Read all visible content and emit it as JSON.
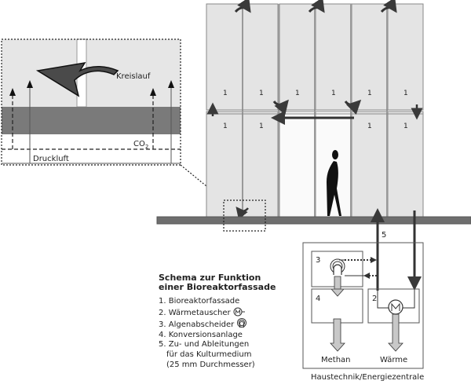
{
  "colors": {
    "panel_fill": "#e4e4e4",
    "frame_stroke": "#8a8a8a",
    "floor": "#6e6e6e",
    "arrow": "#3a3a3a",
    "band": "#7a7a7a",
    "silhouette": "#111111"
  },
  "detail": {
    "kreislauf_label": "Kreislauf",
    "co2_label": "CO",
    "co2_subscript": "2",
    "druckluft_label": "Druckluft"
  },
  "facade": {
    "panel_label": "1",
    "upper_row_labels": [
      "1",
      "1",
      "1",
      "1",
      "1",
      "1"
    ],
    "lower_row_labels": [
      "1",
      "1",
      "1",
      "1"
    ],
    "pipe_label": "5"
  },
  "plant": {
    "separator_label": "3",
    "conversion_label": "4",
    "heat_exchanger_label": "2",
    "output_methane": "Methan",
    "output_heat": "Wärme",
    "caption": "Haustechnik/Energiezentrale"
  },
  "legend": {
    "title_line1": "Schema zur Funktion",
    "title_line2": "einer Bioreaktorfassade",
    "items": [
      {
        "num": "1.",
        "text": "Bioreaktorfassade",
        "icon": null
      },
      {
        "num": "2.",
        "text": "Wärmetauscher",
        "icon": "heat-exchanger-icon"
      },
      {
        "num": "3.",
        "text": "Algenabscheider",
        "icon": "algae-separator-icon"
      },
      {
        "num": "4.",
        "text": "Konversionsanlage",
        "icon": null
      },
      {
        "num": "5.",
        "text": "Zu- und Ableitungen",
        "icon": null
      }
    ],
    "item5_line2": "für das Kulturmedium",
    "item5_line3": "(25 mm Durchmesser)"
  }
}
